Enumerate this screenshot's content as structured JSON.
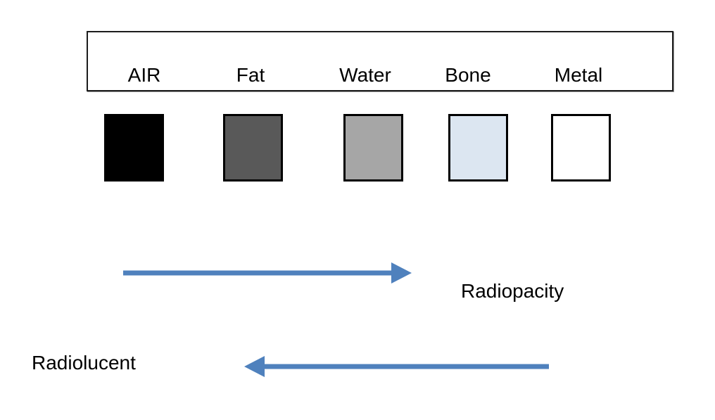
{
  "colors": {
    "arrow": "#4F81BD",
    "box_border": "#1c1c1c",
    "text": "#000000"
  },
  "legend": {
    "materials": [
      {
        "name": "AIR",
        "fill": "#000000"
      },
      {
        "name": "Fat",
        "fill": "#595959"
      },
      {
        "name": "Water",
        "fill": "#A6A6A6"
      },
      {
        "name": "Bone",
        "fill": "#DCE6F1"
      },
      {
        "name": "Metal",
        "fill": "#FFFFFF"
      }
    ]
  },
  "arrows": {
    "radiopacity": {
      "label": "Radiopacity",
      "direction": "right",
      "color": "#4F81BD"
    },
    "radiolucent": {
      "label": "Radiolucent",
      "direction": "left",
      "color": "#4F81BD"
    }
  }
}
